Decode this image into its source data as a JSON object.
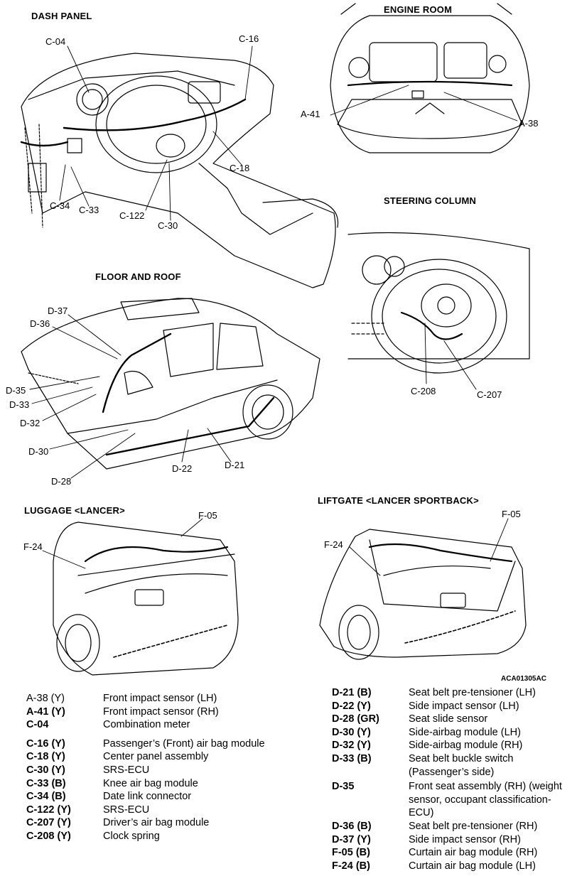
{
  "titles": {
    "dash_panel": "DASH PANEL",
    "engine_room": "ENGINE ROOM",
    "steering_column": "STEERING COLUMN",
    "floor_and_roof": "FLOOR AND ROOF",
    "luggage": "LUGGAGE <LANCER>",
    "liftgate": "LIFTGATE <LANCER SPORTBACK>"
  },
  "callouts": {
    "dash": [
      "C-04",
      "C-16",
      "C-18",
      "C-34",
      "C-33",
      "C-122",
      "C-30"
    ],
    "engine": [
      "A-41",
      "A-38"
    ],
    "steering": [
      "C-208",
      "C-207"
    ],
    "floor": [
      "D-37",
      "D-36",
      "D-35",
      "D-33",
      "D-32",
      "D-30",
      "D-28",
      "D-22",
      "D-21"
    ],
    "luggage": [
      "F-05",
      "F-24"
    ],
    "liftgate": [
      "F-05",
      "F-24"
    ]
  },
  "figure_code": "ACA01305AC",
  "legend_left": [
    {
      "code": "A-38 (Y)",
      "desc": "Front impact sensor (LH)"
    },
    {
      "code": "A-41 (Y)",
      "desc": "Front impact sensor (RH)"
    },
    {
      "code": "C-04",
      "desc": "Combination meter"
    },
    {
      "code": "C-16 (Y)",
      "desc": "Passenger’s (Front) air bag module"
    },
    {
      "code": "C-18 (Y)",
      "desc": "Center panel assembly"
    },
    {
      "code": "C-30 (Y)",
      "desc": "SRS-ECU"
    },
    {
      "code": "C-33 (B)",
      "desc": "Knee air bag module"
    },
    {
      "code": "C-34 (B)",
      "desc": "Date link connector"
    },
    {
      "code": "C-122 (Y)",
      "desc": "SRS-ECU"
    },
    {
      "code": "C-207 (Y)",
      "desc": "Driver’s air bag module"
    },
    {
      "code": "C-208 (Y)",
      "desc": "Clock spring"
    }
  ],
  "legend_right": [
    {
      "code": "D-21 (B)",
      "desc": "Seat belt pre-tensioner (LH)"
    },
    {
      "code": "D-22 (Y)",
      "desc": "Side impact sensor (LH)"
    },
    {
      "code": "D-28 (GR)",
      "desc": "Seat slide sensor"
    },
    {
      "code": "D-30 (Y)",
      "desc": "Side-airbag module (LH)"
    },
    {
      "code": "D-32 (Y)",
      "desc": "Side-airbag module (RH)"
    },
    {
      "code": "D-33 (B)",
      "desc": "Seat belt buckle switch (Passenger’s side)"
    },
    {
      "code": "D-35",
      "desc": "Front seat assembly (RH) (weight sensor, occupant classification-ECU)"
    },
    {
      "code": "D-36 (B)",
      "desc": "Seat belt pre-tensioner (RH)"
    },
    {
      "code": "D-37 (Y)",
      "desc": "Side impact sensor (RH)"
    },
    {
      "code": "F-05 (B)",
      "desc": "Curtain air bag module (RH)"
    },
    {
      "code": "F-24 (B)",
      "desc": "Curtain air bag module (LH)"
    }
  ]
}
